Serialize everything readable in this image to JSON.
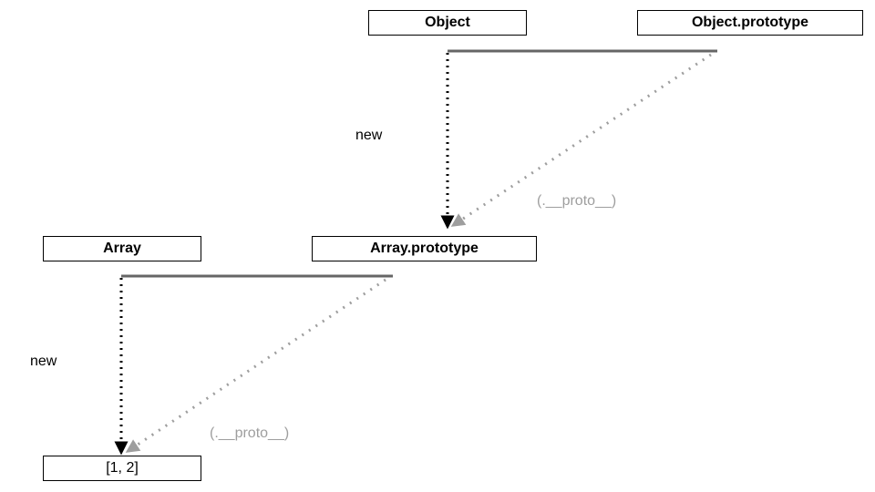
{
  "nodes": {
    "object": {
      "label": "Object"
    },
    "object_prototype": {
      "label": "Object.prototype"
    },
    "array": {
      "label": "Array"
    },
    "array_prototype": {
      "label": "Array.prototype"
    },
    "instance": {
      "label": "[1, 2]"
    }
  },
  "edge_labels": {
    "new_top": "new",
    "proto_top": "(.__proto__)",
    "new_bottom": "new",
    "proto_bottom": "(.__proto__)"
  },
  "colors": {
    "node_border": "#000000",
    "solid_line": "#666666",
    "new_arrow": "#000000",
    "proto_arrow": "#9e9e9e",
    "proto_label": "#9e9e9e"
  }
}
